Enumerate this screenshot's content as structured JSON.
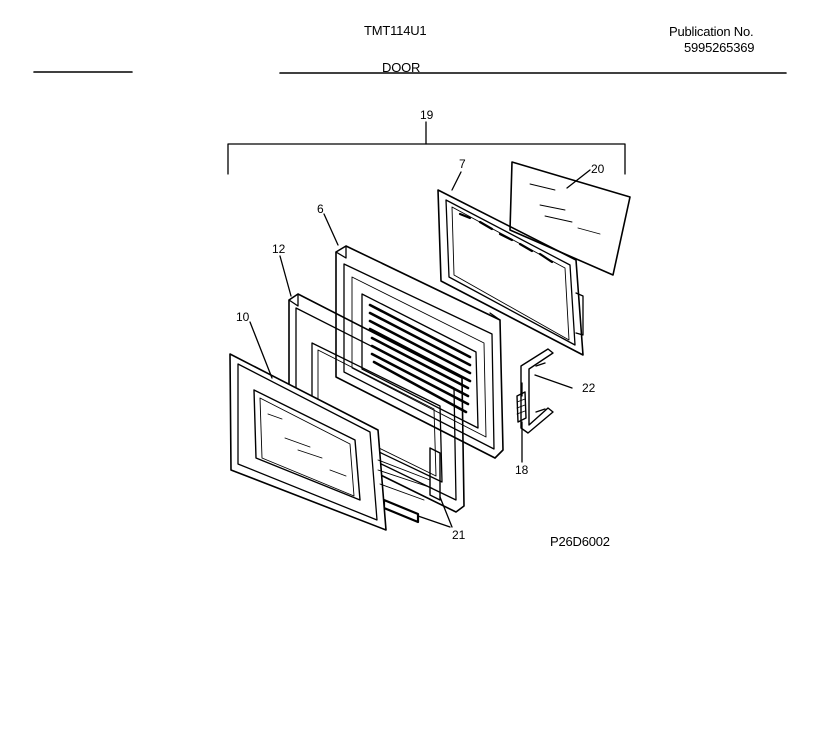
{
  "header": {
    "model": "TMT114U1",
    "publication_label": "Publication No.",
    "publication_number": "5995265369",
    "section_title": "DOOR"
  },
  "figure": {
    "code": "P26D6002",
    "callouts": {
      "assembly": "19",
      "choke": "7",
      "glass": "20",
      "inner_door": "6",
      "frame": "12",
      "outer_panel": "10",
      "hinge": "22",
      "spring": "18",
      "tabs": "21"
    }
  }
}
